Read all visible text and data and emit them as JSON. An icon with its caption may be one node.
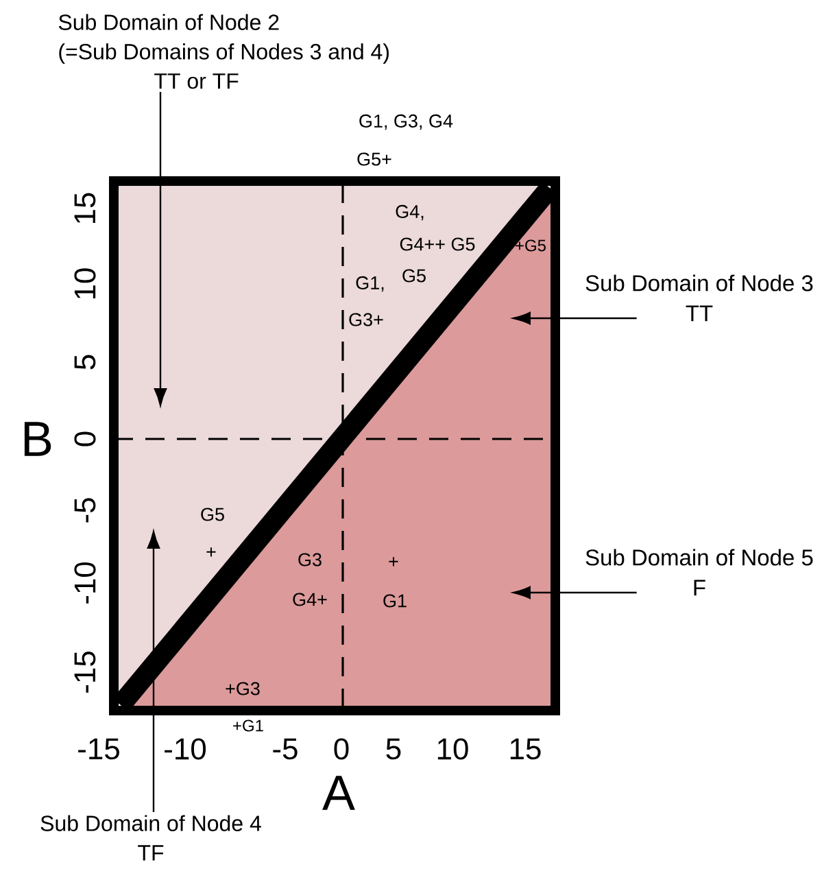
{
  "diagram": {
    "nodes": [
      {
        "text": [
          "Sub Domain of Node 2",
          "(=Sub Domains of Nodes 3 and 4)",
          "TT or TF"
        ]
      },
      {
        "text": [
          "Sub Domain of Node 3",
          "TT"
        ]
      },
      {
        "text": [
          "Sub Domain of Node 4",
          "TF"
        ]
      },
      {
        "text": [
          "Sub Domain of Node 5",
          "F"
        ]
      }
    ],
    "edges": [
      {
        "from": 0,
        "to": null,
        "arrow": "to"
      },
      {
        "from": 1,
        "to": null,
        "arrow": "to"
      },
      {
        "from": 2,
        "to": null,
        "arrow": "to"
      },
      {
        "from": 3,
        "to": null,
        "arrow": "to"
      }
    ],
    "labels": [
      "G1, G3, G4",
      "G5+",
      "G4,",
      "G4++ G5",
      "+G5",
      "G5",
      "G1,",
      "G3+",
      "G5",
      "+",
      "G3",
      "G4+",
      "+",
      "G1",
      "+G3",
      "+G1",
      "B",
      "15",
      "10",
      "5",
      "0",
      "-5",
      "-10",
      "-15",
      "-15",
      "-10",
      "-5",
      "0",
      "5",
      "10",
      "15",
      "A"
    ]
  }
}
